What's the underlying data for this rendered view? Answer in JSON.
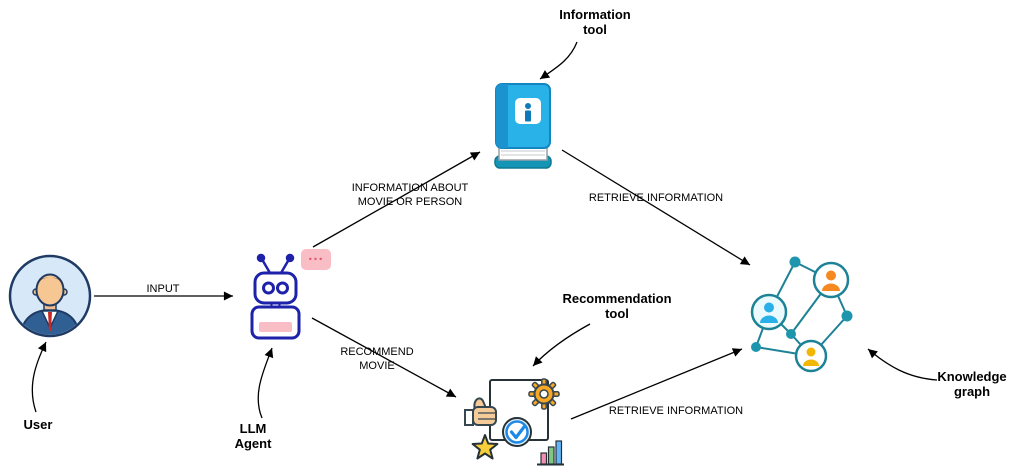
{
  "nodes": {
    "user": {
      "label": "User"
    },
    "llm_agent": {
      "line1": "LLM",
      "line2": "Agent"
    },
    "information_tool": {
      "line1": "Information",
      "line2": "tool"
    },
    "recommendation_tool": {
      "line1": "Recommendation",
      "line2": "tool"
    },
    "knowledge_graph": {
      "line1": "Knowledge",
      "line2": "graph"
    }
  },
  "edges": {
    "input": {
      "label": "INPUT"
    },
    "info_about": {
      "line1": "INFORMATION ABOUT",
      "line2": "MOVIE OR PERSON"
    },
    "recommend": {
      "line1": "RECOMMEND",
      "line2": "MOVIE"
    },
    "retrieve_info_top": {
      "label": "RETRIEVE INFORMATION"
    },
    "retrieve_info_bottom": {
      "label": "RETRIEVE INFORMATION"
    }
  },
  "bubble": {
    "text": "..."
  },
  "icons": {
    "user": "person-avatar-icon",
    "llm_agent": "robot-icon",
    "information_tool": "info-book-icon",
    "recommendation_tool": "thumbs-up-gear-star-check-bars-icon",
    "knowledge_graph": "network-graph-people-icon"
  },
  "colors": {
    "arrow": "#000000",
    "avatar_bg": "#d7e9f9",
    "robot_outline": "#1e22aa",
    "bubble_pink": "#f9bdc6",
    "book_blue": "#29b2e8",
    "graph_teal": "#1d8296",
    "gear_orange": "#f9a825",
    "star_yellow": "#f6cf3a",
    "check_blue": "#1e88e5"
  }
}
